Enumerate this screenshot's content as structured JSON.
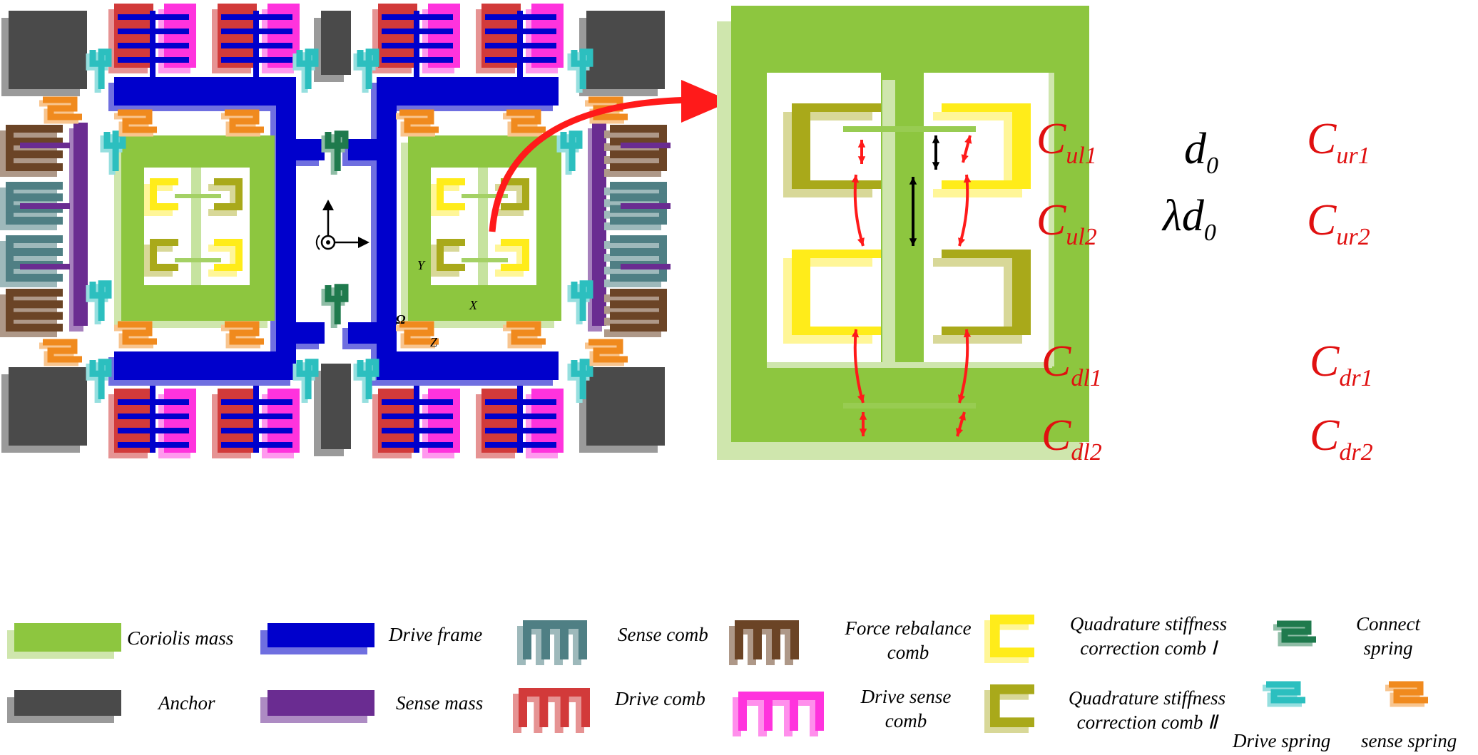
{
  "colors": {
    "coriolis": "#8dc63f",
    "coriolis_light": "#cfe6ad",
    "drive_frame": "#0000cc",
    "drive_frame_light": "#6f6fe0",
    "anchor": "#4a4a4a",
    "anchor_light": "#9a9a9a",
    "sense_mass": "#6a2c91",
    "sense_comb": "#4f7f84",
    "force_comb": "#6b4426",
    "drive_comb": "#d23a3a",
    "drive_sense_comb": "#ff33dd",
    "quad_I": "#ffec1a",
    "quad_II": "#a9a91a",
    "connect_spring": "#1f7a4d",
    "drive_spring": "#2cbfbf",
    "sense_spring": "#f08a1e",
    "arrow": "#ff1a1a"
  },
  "axes": {
    "y": "Y",
    "x": "X",
    "z": "Z",
    "omega": "Ω"
  },
  "zoom": {
    "d0": {
      "main": "d",
      "sub": "0"
    },
    "lambda_d0": {
      "main": "λd",
      "sub": "0"
    },
    "caps": [
      {
        "main": "C",
        "sub": "ul1"
      },
      {
        "main": "C",
        "sub": "ul2"
      },
      {
        "main": "C",
        "sub": "ur1"
      },
      {
        "main": "C",
        "sub": "ur2"
      },
      {
        "main": "C",
        "sub": "dl1"
      },
      {
        "main": "C",
        "sub": "dl2"
      },
      {
        "main": "C",
        "sub": "dr1"
      },
      {
        "main": "C",
        "sub": "dr2"
      }
    ]
  },
  "legend": {
    "coriolis_mass": "Coriolis mass",
    "drive_frame": "Drive frame",
    "sense_comb": "Sense comb",
    "force_rebalance_comb": "Force rebalance\ncomb",
    "quad_I": "Quadrature stiffness\ncorrection comb Ⅰ",
    "connect_spring": "Connect\nspring",
    "anchor": "Anchor",
    "sense_mass": "Sense mass",
    "drive_comb": "Drive comb",
    "drive_sense_comb": "Drive sense\ncomb",
    "quad_II": "Quadrature stiffness\ncorrection comb Ⅱ",
    "drive_spring": "Drive spring",
    "sense_spring": "sense spring"
  }
}
